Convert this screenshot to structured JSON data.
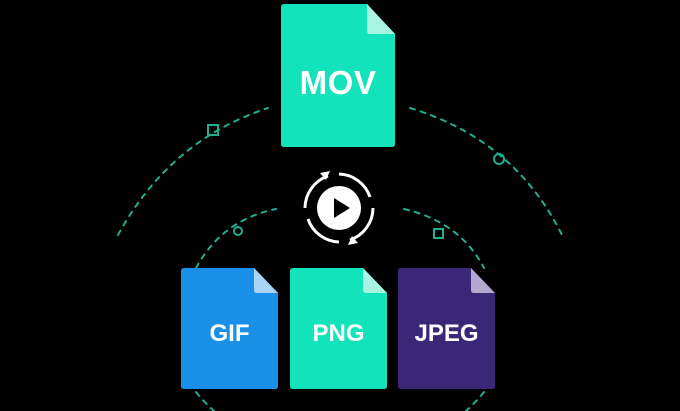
{
  "colors": {
    "background": "#000000",
    "teal": "#12e3bb",
    "teal_fold": "#a9f3e3",
    "blue": "#1a8fe8",
    "blue_fold": "#a9d4f6",
    "purple": "#3a2778",
    "purple_fold": "#b3a9cf",
    "orbit": "#1fae92",
    "icon_white": "#ffffff"
  },
  "source_file": {
    "label": "MOV",
    "icon": "document-icon"
  },
  "convert_icon": {
    "icon": "convert-play-icon"
  },
  "target_files": [
    {
      "label": "GIF",
      "icon": "document-icon"
    },
    {
      "label": "PNG",
      "icon": "document-icon"
    },
    {
      "label": "JPEG",
      "icon": "document-icon"
    }
  ]
}
